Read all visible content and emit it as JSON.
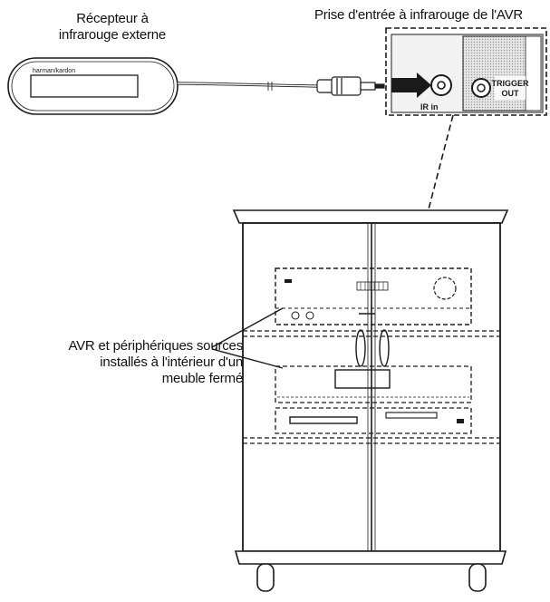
{
  "labels": {
    "receiver_line1": "Récepteur à",
    "receiver_line2": "infrarouge externe",
    "avr_jack": "Prise d'entrée à infrarouge de l'AVR",
    "inside_line1": "AVR et périphériques sources",
    "inside_line2": "installés à l'intérieur d'un",
    "inside_line3": "meuble fermé"
  },
  "device_text": {
    "brand": "harman/kardon",
    "ir_in": "IR in",
    "trigger_line1": "TRIGGER",
    "trigger_line2": "OUT"
  },
  "colors": {
    "line": "#1a1a1a",
    "panel_fill": "#f2f2f2",
    "grille_fill": "#d8d8d8",
    "cabinet_fill": "#ffffff"
  }
}
